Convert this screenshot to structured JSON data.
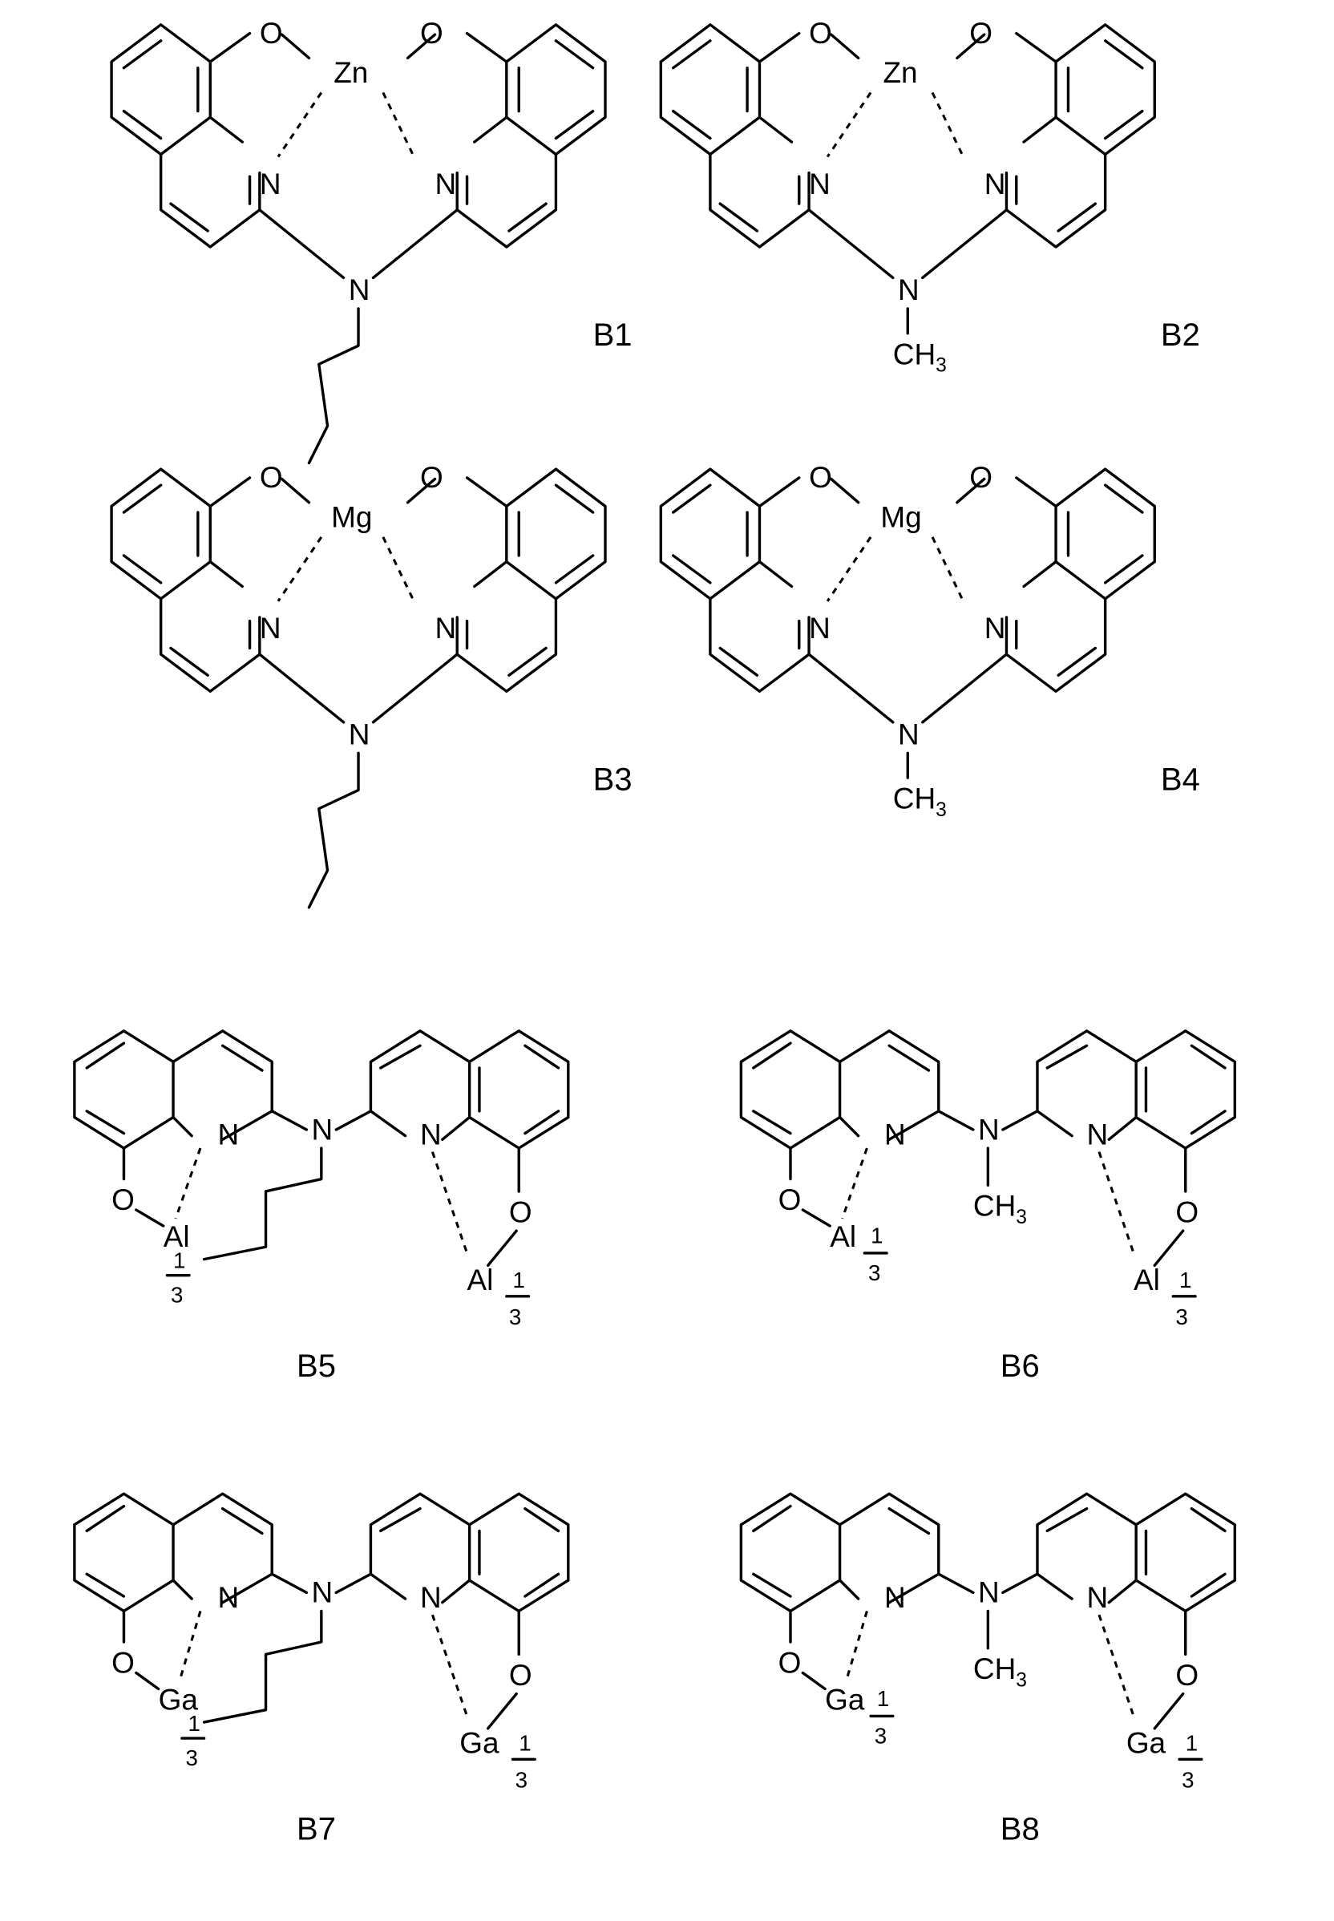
{
  "figure": {
    "compounds": [
      {
        "id": "B1",
        "metal": "Zn",
        "substituent": "n-butyl",
        "O": "O",
        "N": "N"
      },
      {
        "id": "B2",
        "metal": "Zn",
        "substituent": "CH3",
        "O": "O",
        "N": "N"
      },
      {
        "id": "B3",
        "metal": "Mg",
        "substituent": "n-butyl",
        "O": "O",
        "N": "N"
      },
      {
        "id": "B4",
        "metal": "Mg",
        "substituent": "CH3",
        "O": "O",
        "N": "N"
      },
      {
        "id": "B5",
        "metal": "Al",
        "substituent": "n-butyl",
        "O": "O",
        "N": "N",
        "fraction_num": "1",
        "fraction_den": "3"
      },
      {
        "id": "B6",
        "metal": "Al",
        "substituent": "CH3",
        "O": "O",
        "N": "N",
        "fraction_num": "1",
        "fraction_den": "3"
      },
      {
        "id": "B7",
        "metal": "Ga",
        "substituent": "n-butyl",
        "O": "O",
        "N": "N",
        "fraction_num": "1",
        "fraction_den": "3"
      },
      {
        "id": "B8",
        "metal": "Ga",
        "substituent": "CH3",
        "O": "O",
        "N": "N",
        "fraction_num": "1",
        "fraction_den": "3"
      }
    ],
    "methyl": {
      "C": "CH",
      "sub": "3"
    }
  }
}
